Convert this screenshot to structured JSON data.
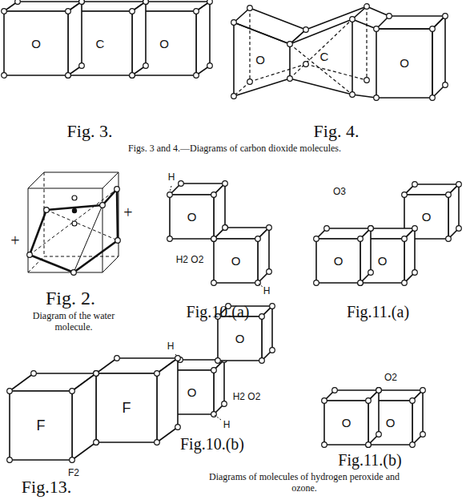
{
  "diagram": {
    "nodes": [
      {
        "text": [
          "O"
        ]
      },
      {
        "text": [
          "C"
        ]
      },
      {
        "text": [
          "O"
        ]
      },
      {
        "text": [
          "O"
        ]
      },
      {
        "text": [
          "C"
        ]
      },
      {
        "text": [
          "O"
        ]
      },
      {
        "text": [
          "O"
        ]
      },
      {
        "text": [
          "O"
        ]
      },
      {
        "text": [
          "O"
        ]
      },
      {
        "text": [
          "O"
        ]
      },
      {
        "text": [
          "O"
        ]
      },
      {
        "text": [
          "O"
        ]
      },
      {
        "text": [
          "O"
        ]
      },
      {
        "text": [
          "O"
        ]
      },
      {
        "text": [
          "O"
        ]
      },
      {
        "text": [
          "F"
        ]
      },
      {
        "text": [
          "F"
        ]
      }
    ],
    "labels": [
      "Fig. 3.",
      "Fig. 4.",
      "Figs. 3 and 4.—Diagrams of carbon dioxide molecules.",
      "+",
      "+",
      "Fig. 2.",
      "Diagram of the water molecule.",
      "H",
      "H2 O2",
      "H",
      "Fig.10.(a)",
      "O3",
      "Fig.11.(a)",
      "H",
      "H2 O2",
      "H",
      "Fig.10.(b)",
      "O2",
      "Fig.11.(b)",
      "F2",
      "Fig.13.",
      "Diagrams of molecules of hydrogen peroxide and ozone."
    ]
  }
}
